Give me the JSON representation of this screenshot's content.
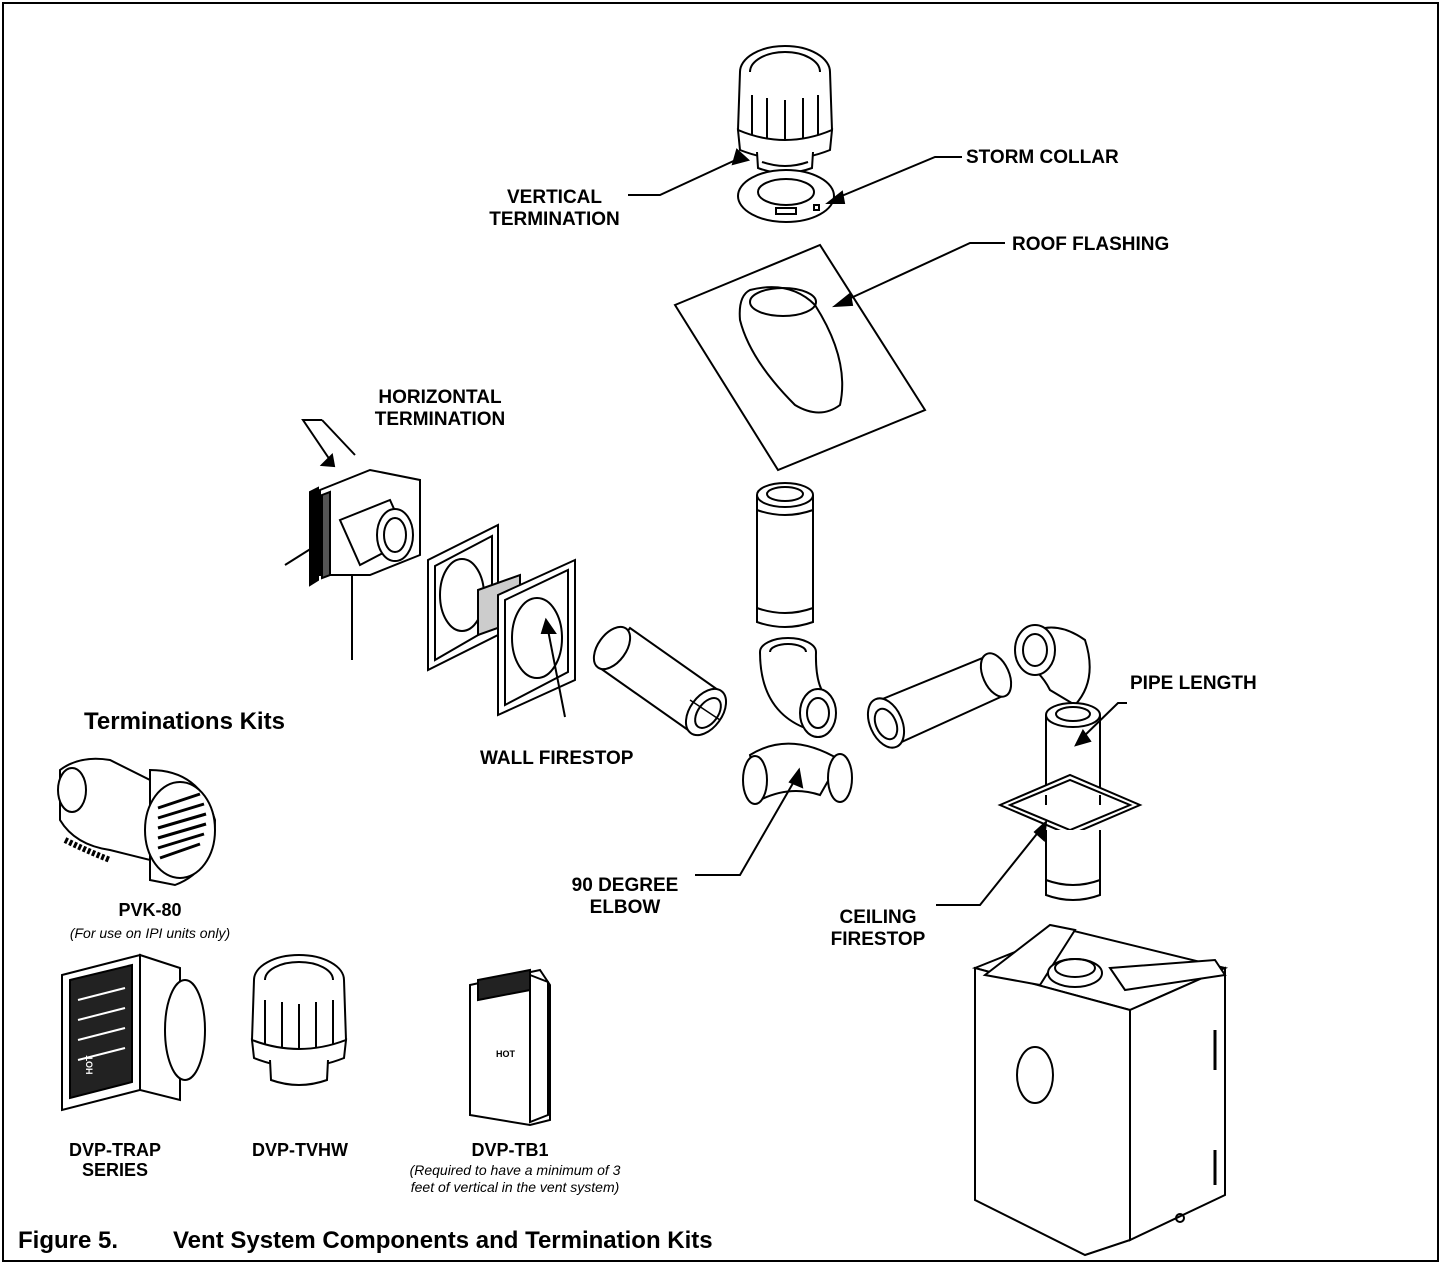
{
  "labels": {
    "vertical_termination": "VERTICAL\nTERMINATION",
    "storm_collar": "STORM COLLAR",
    "roof_flashing": "ROOF FLASHING",
    "horizontal_termination": "HORIZONTAL\nTERMINATION",
    "wall_firestop": "WALL FIRESTOP",
    "pipe_length": "PIPE LENGTH",
    "elbow_90": "90 DEGREE\nELBOW",
    "ceiling_firestop": "CEILING\nFIRESTOP"
  },
  "kits": {
    "heading": "Terminations Kits",
    "pvk80": {
      "name": "PVK-80",
      "note": "(For use on IPI units only)"
    },
    "trap": {
      "name": "DVP-TRAP\nSERIES"
    },
    "tvhw": {
      "name": "DVP-TVHW"
    },
    "tb1": {
      "name": "DVP-TB1",
      "note": "(Required to have a minimum of 3\nfeet of vertical in the vent system)"
    }
  },
  "caption": {
    "number": "Figure 5.",
    "text": "Vent System Components and Termination Kits"
  },
  "stamps": {
    "hot": "HOT"
  }
}
